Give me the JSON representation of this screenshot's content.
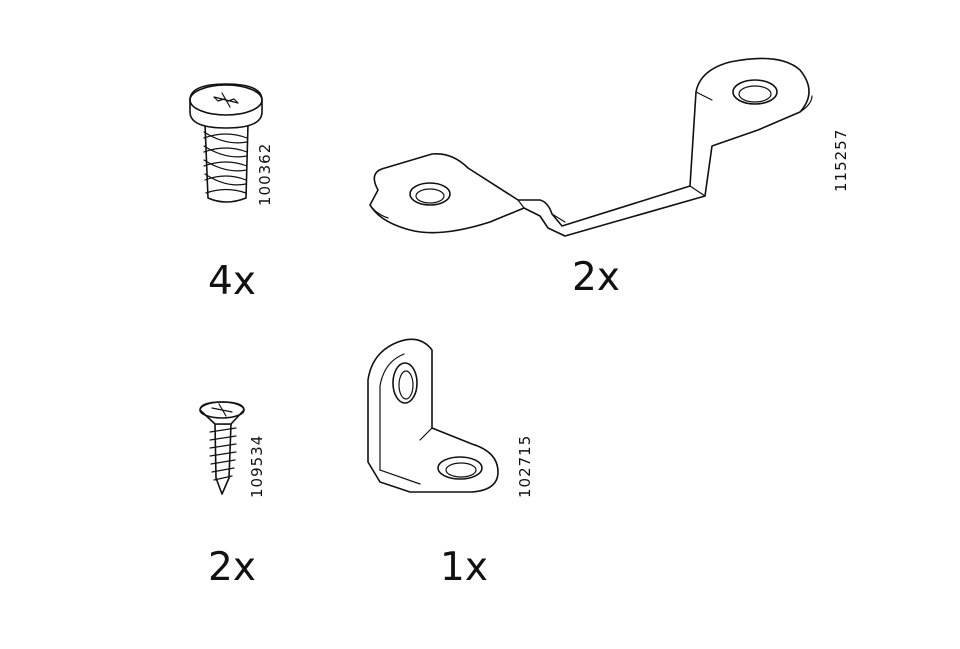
{
  "parts": [
    {
      "article_number": "100362",
      "quantity": "4x",
      "icon": "pan-head-screw-icon"
    },
    {
      "article_number": "115257",
      "quantity": "2x",
      "icon": "offset-bracket-icon"
    },
    {
      "article_number": "109534",
      "quantity": "2x",
      "icon": "countersunk-screw-icon"
    },
    {
      "article_number": "102715",
      "quantity": "1x",
      "icon": "angle-bracket-icon"
    }
  ]
}
